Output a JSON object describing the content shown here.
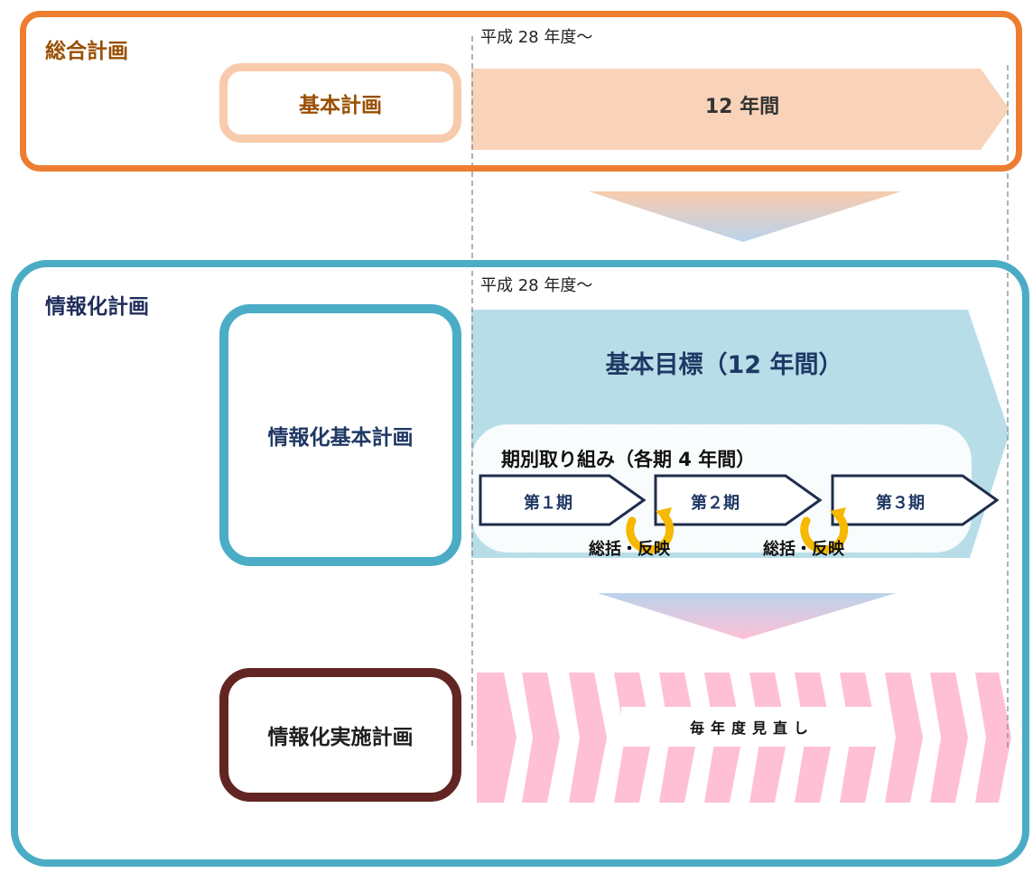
{
  "sogo": {
    "title": "総合計画",
    "box": "基本計画",
    "since": "平成 28 年度～",
    "span": "12 年間"
  },
  "joho": {
    "title": "情報化計画",
    "since": "平成 28 年度～",
    "kihon_box": "情報化基本計画",
    "goal": "基本目標（12 年間）",
    "ki_title": "期別取り組み（各期 4 年間）",
    "phases": [
      "第１期",
      "第２期",
      "第３期"
    ],
    "sokatsu": [
      "総括・反映",
      "総括・反映"
    ],
    "jisshi_box": "情報化実施計画",
    "review": "毎年度見直し"
  },
  "colors": {
    "orange": "#ED7D31",
    "teal": "#4BACC6",
    "maroon": "#632523",
    "peach": "#F8CBAD",
    "light_blue": "#B7DEE8",
    "pink": "#FFC0D6",
    "gold": "#F6B800",
    "navy": "#1F3864"
  }
}
